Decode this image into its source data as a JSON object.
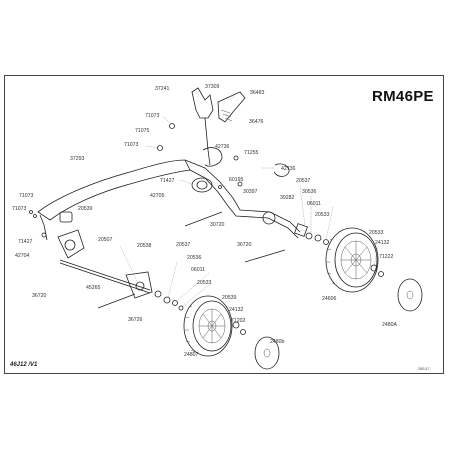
{
  "model": "RM46PE",
  "footer": {
    "code": "46J12  /V1",
    "date": "28/1/17"
  },
  "labels": {
    "p37241": "37241",
    "p37309": "37309",
    "p36483": "36483",
    "p36476": "36476",
    "p71073a": "71073",
    "p71075": "71075",
    "p71073b": "71073",
    "p42736a": "42736",
    "p71255": "71255",
    "p37293": "37293",
    "p42736b": "42736",
    "p71427a": "71427",
    "p60195": "60195",
    "p42705": "42705",
    "p30397": "30397",
    "p39282": "39282",
    "p20537a": "20537",
    "p30536a": "30536",
    "p06011a": "06011",
    "p20533a": "20533",
    "p71073c": "71073",
    "p71073d": "71073",
    "p20539a": "20539",
    "p30720a": "30720",
    "p20533b": "20533",
    "p24132a": "24132",
    "p71222a": "71222",
    "p71427b": "71427",
    "p20507": "20507",
    "p20538": "20538",
    "p20537b": "20537",
    "p36720a": "36720",
    "p42704": "42704",
    "p20536b": "20536",
    "p24606": "24606",
    "p06011b": "06011",
    "p45265": "45265",
    "p20533c": "20533",
    "p36720b": "36720",
    "p20539b": "20539",
    "p24132b": "24132",
    "p71202": "71202",
    "p2480A": "2480A",
    "p36726": "36726",
    "p24807": "24807",
    "p2480b": "2480b"
  }
}
